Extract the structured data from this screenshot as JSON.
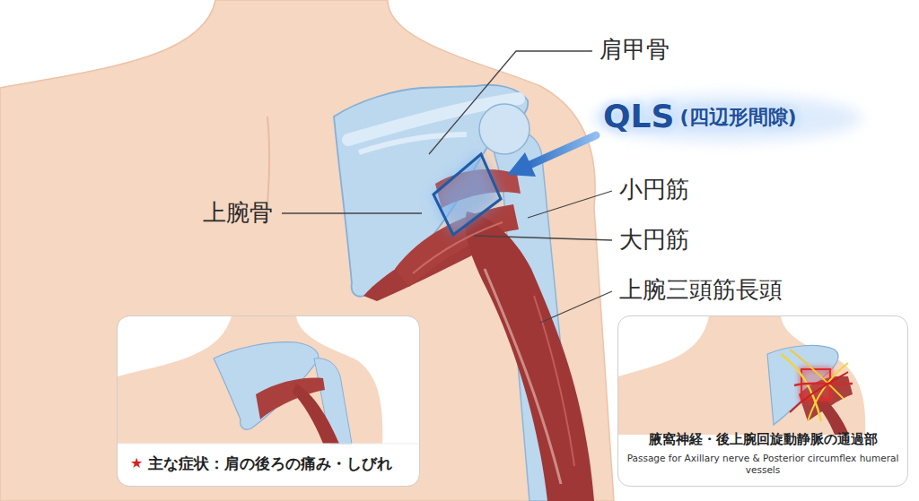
{
  "diagram": {
    "nodes": [
      {
        "text": [
          "★",
          "主な症状：肩の後ろの痛み・しびれ"
        ]
      },
      {
        "text": [
          "腋窩神経・後上腕回旋動静脈の通過部",
          "Passage for Axillary nerve & Posterior circumflex humeral vessels"
        ]
      }
    ],
    "labels": [
      "肩甲骨",
      "QLS",
      "(四辺形間隙)",
      "小円筋",
      "大円筋",
      "上腕骨",
      "上腕三頭筋長頭"
    ]
  }
}
